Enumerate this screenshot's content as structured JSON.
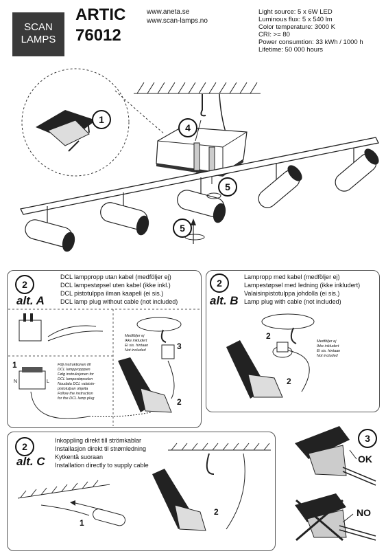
{
  "logo": {
    "line1": "SCAN",
    "line2": "LAMPS"
  },
  "product": {
    "name": "ARTIC",
    "number": "76012"
  },
  "urls": [
    "www.aneta.se",
    "www.scan-lamps.no"
  ],
  "specs": [
    "Light source: 5 x 6W LED",
    "Luminous flux: 5 x 540 lm",
    "Color temperature: 3000 K",
    "CRI: >= 80",
    "Power consumtion: 33 kWh / 1000 h",
    "Lifetime: 50 000 hours"
  ],
  "main_steps": {
    "s1": "1",
    "s4": "4",
    "s5a": "5",
    "s5b": "5"
  },
  "alt_a": {
    "step": "2",
    "label": "alt. A",
    "lines": [
      "DCL lamppropp utan kabel (medföljer ej)",
      "DCL lampestøpsel uten kabel (ikke inkl.)",
      "DCL  pistotulppa ilman kaapeli (ei sis.)",
      "DCL lamp plug without cable (not included)"
    ],
    "instruction": [
      "Följ instruktionen till",
      "DCL lamppropppen",
      "Følg instruksjonen for",
      "DCL lampestøpselen",
      "Noudata DCL valaisin-",
      "pistotulpan ohjeita",
      "Follow the instruction",
      "for the DCL lamp plug"
    ],
    "notincl": [
      "Medföljer ej",
      "Ikke inkludert",
      "Ei sis. hintaan",
      "Not included"
    ],
    "n1": "1",
    "n2": "2",
    "n3": "3",
    "terminal_n": "N",
    "terminal_l": "L"
  },
  "alt_b": {
    "step": "2",
    "label": "alt. B",
    "lines": [
      "Lampropp med kabel (medföljer ej)",
      "Lampestøpsel med ledning (ikke inkludert)",
      "Valaisinpistotulppa johdolla (ei sis.)",
      "Lamp plug with cable (not included)"
    ],
    "notincl": [
      "Medföljer ej",
      "Ikke inkludert",
      "Ei sis. hintaan",
      "Not included"
    ],
    "n2a": "2",
    "n2b": "2"
  },
  "alt_c": {
    "step": "2",
    "label": "alt. C",
    "lines": [
      "Inkoppling direkt till strömkablar",
      "Installasjon direkt til strømledning",
      "Kytkentä suoraan",
      "Installation directly to supply cable"
    ],
    "n1": "1",
    "n2": "2"
  },
  "step3": {
    "num": "3",
    "ok": "OK",
    "no": "NO"
  }
}
